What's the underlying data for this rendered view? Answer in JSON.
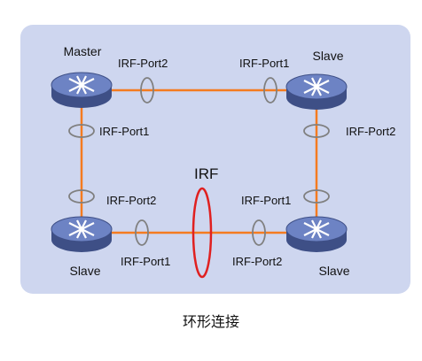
{
  "colors": {
    "panel_bg": "#ced6ef",
    "link": "#f47b20",
    "port_ring": "#808080",
    "irf_ellipse": "#e02020",
    "switch_top": "#6d83c4",
    "switch_side": "#3e4f86",
    "arrow": "#ffffff"
  },
  "devices": {
    "top_left": {
      "role": "Master",
      "icon": "switch-icon"
    },
    "top_right": {
      "role": "Slave",
      "icon": "switch-icon"
    },
    "bottom_left": {
      "role": "Slave",
      "icon": "switch-icon"
    },
    "bottom_right": {
      "role": "Slave",
      "icon": "switch-icon"
    }
  },
  "ports": {
    "top_left_right": "IRF-Port2",
    "top_right_left": "IRF-Port1",
    "top_left_down": "IRF-Port1",
    "top_right_down": "IRF-Port2",
    "bottom_left_up": "IRF-Port2",
    "bottom_right_up": "IRF-Port1",
    "bottom_left_right": "IRF-Port1",
    "bottom_right_left": "IRF-Port2"
  },
  "center_label": "IRF",
  "caption": "环形连接"
}
